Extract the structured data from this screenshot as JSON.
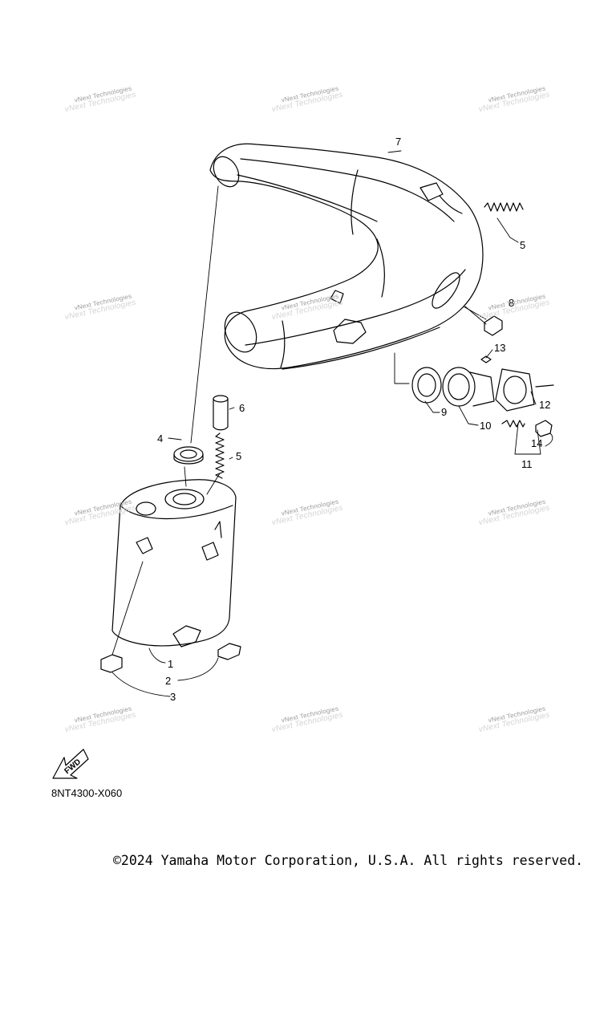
{
  "callouts": [
    "1",
    "2",
    "3",
    "4",
    "5",
    "5",
    "6",
    "7",
    "8",
    "9",
    "10",
    "11",
    "12",
    "13",
    "14"
  ],
  "watermark": "vNext Technologies",
  "fwd_label": "FWD",
  "drawing_code": "8NT4300-X060",
  "copyright": "©2024 Yamaha Motor Corporation, U.S.A. All rights reserved."
}
